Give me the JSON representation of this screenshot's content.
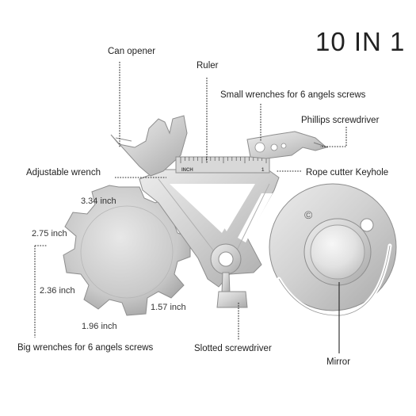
{
  "title": "10 IN 1",
  "labels": {
    "can_opener": "Can opener",
    "ruler": "Ruler",
    "small_wrenches": "Small wrenches for 6 angels screws",
    "phillips": "Phillips screwdriver",
    "adjustable_wrench": "Adjustable wrench",
    "rope_cutter": "Rope cutter Keyhole",
    "big_wrenches": "Big wrenches for 6 angels screws",
    "slotted": "Slotted screwdriver",
    "mirror": "Mirror"
  },
  "dimensions": {
    "d1": "3.34 inch",
    "d2": "2.75 inch",
    "d3": "2.36 inch",
    "d4": "1.96 inch",
    "d5": "1.57 inch"
  },
  "ruler_mark": "INCH",
  "ruler_number": "1",
  "copyright": "©",
  "colors": {
    "steel_light": "#e4e4e4",
    "steel_mid": "#c6c6c6",
    "steel_dark": "#9a9a9a",
    "text": "#222222"
  }
}
